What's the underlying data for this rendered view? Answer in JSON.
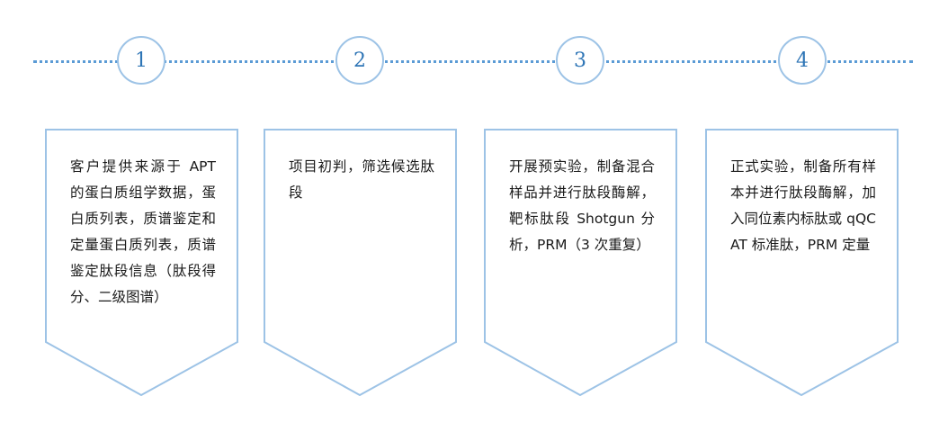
{
  "diagram": {
    "type": "process-flow",
    "colors": {
      "timeline": "#5b9bd5",
      "circle_border": "#9dc3e6",
      "number": "#2e75b6",
      "card_border": "#9dc3e6",
      "text": "#1a1a1a"
    },
    "steps": [
      {
        "number": "1",
        "text": "客户提供来源于 APT 的蛋白质组学数据，蛋白质列表，质谱鉴定和定量蛋白质列表，质谱鉴定肽段信息（肽段得分、二级图谱）"
      },
      {
        "number": "2",
        "text": "项目初判，筛选候选肽段"
      },
      {
        "number": "3",
        "text": "开展预实验，制备混合样品并进行肽段酶解，靶标肽段 Shotgun 分析，PRM（3 次重复）"
      },
      {
        "number": "4",
        "text": "正式实验，制备所有样本并进行肽段酶解，加入同位素内标肽或 qQCAT 标准肽，PRM 定量"
      }
    ]
  }
}
